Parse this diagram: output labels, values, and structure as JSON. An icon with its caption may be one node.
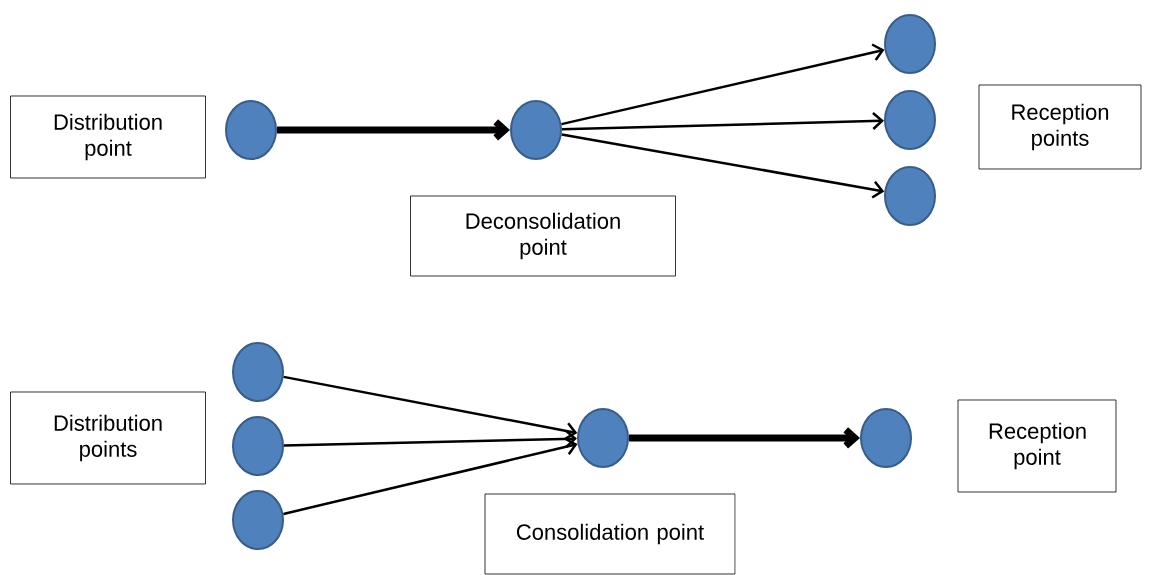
{
  "diagram": {
    "nodes": [
      {
        "text": [
          "Distribution point"
        ]
      },
      {
        "text": [],
        "shape": "circle"
      },
      {
        "text": [],
        "shape": "circle"
      },
      {
        "text": [],
        "shape": "circle"
      },
      {
        "text": [],
        "shape": "circle"
      },
      {
        "text": [],
        "shape": "circle"
      },
      {
        "text": [
          "Reception points"
        ]
      },
      {
        "text": [
          "Deconsolidation point"
        ]
      },
      {
        "text": [],
        "shape": "circle"
      },
      {
        "text": [
          "Distribution points"
        ]
      },
      {
        "text": [],
        "shape": "circle"
      },
      {
        "text": [],
        "shape": "circle"
      },
      {
        "text": [],
        "shape": "circle"
      },
      {
        "text": [],
        "shape": "circle"
      },
      {
        "text": [
          "Reception point"
        ]
      },
      {
        "text": [
          "Consolidation point"
        ]
      }
    ],
    "edges": [
      {
        "from": 1,
        "to": 2,
        "arrow": "to",
        "style": "thick"
      },
      {
        "from": 2,
        "to": 3,
        "arrow": "to"
      },
      {
        "from": 2,
        "to": 4,
        "arrow": "to"
      },
      {
        "from": 2,
        "to": 5,
        "arrow": "to"
      },
      {
        "from": 8,
        "to": 12,
        "arrow": "to"
      },
      {
        "from": 10,
        "to": 12,
        "arrow": "to"
      },
      {
        "from": 11,
        "to": 12,
        "arrow": "to"
      },
      {
        "from": 12,
        "to": 13,
        "arrow": "to",
        "style": "thick"
      }
    ]
  }
}
